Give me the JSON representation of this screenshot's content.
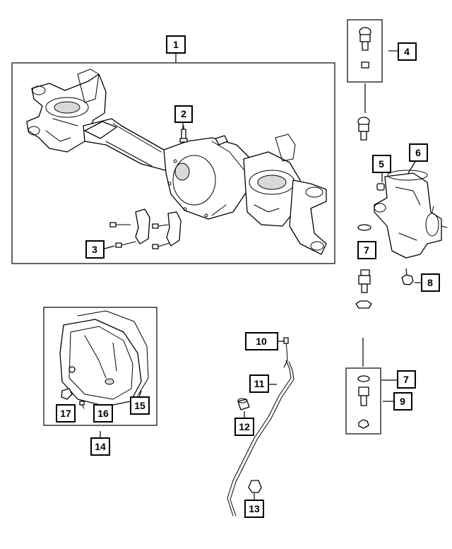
{
  "callouts": {
    "c1": "1",
    "c2": "2",
    "c3": "3",
    "c4": "4",
    "c5": "5",
    "c6": "6",
    "c7a": "7",
    "c7b": "7",
    "c8": "8",
    "c9": "9",
    "c10": "10",
    "c11": "11",
    "c12": "12",
    "c13": "13",
    "c14": "14",
    "c15": "15",
    "c16": "16",
    "c17": "17"
  },
  "colors": {
    "line": "#000000",
    "background": "#ffffff",
    "shade": "#d8d8d8"
  }
}
